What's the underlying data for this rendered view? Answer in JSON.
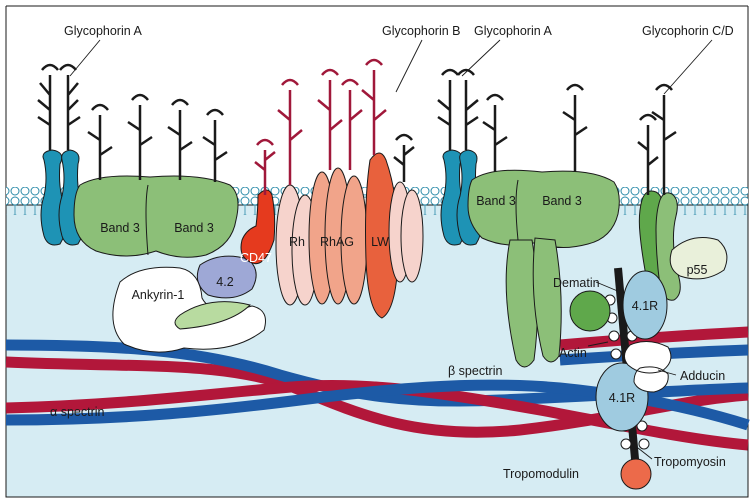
{
  "labels": {
    "glycophorin_a_left": "Glycophorin A",
    "glycophorin_b": "Glycophorin B",
    "glycophorin_a_right": "Glycophorin A",
    "glycophorin_cd": "Glycophorin C/D",
    "band3_1": "Band 3",
    "band3_2": "Band 3",
    "band3_3": "Band 3",
    "band3_4": "Band 3",
    "cd47": "CD47",
    "rh": "Rh",
    "rhag": "RhAG",
    "lw": "LW",
    "p55": "p55",
    "ankyrin": "Ankyrin-1",
    "protein42": "4.2",
    "dematin": "Dematin",
    "protein41r_top": "4.1R",
    "protein41r_bottom": "4.1R",
    "actin": "Actin",
    "adducin": "Adducin",
    "beta_spectrin": "β spectrin",
    "alpha_spectrin": "α spectrin",
    "tropomodulin": "Tropomodulin",
    "tropomyosin": "Tropomyosin"
  },
  "colors": {
    "cytoplasm": "#d6ecf3",
    "bead": "#ffffff",
    "glycophorin": "#1e93b5",
    "band3": "#8cbf78",
    "protein42": "#9ea8d6",
    "cd47": "#e53a1e",
    "rh": "#f6d3cc",
    "rhag": "#f1a48a",
    "lw": "#e8613d",
    "glycan_red": "#a0183a",
    "glycan_black": "#1a1a1a",
    "p55": "#e9f0da",
    "dematin": "#5fa84b",
    "protein41r": "#9fcbe0",
    "spectrin_red": "#b2173a",
    "spectrin_blue": "#1d5aa6",
    "tropomodulin": "#ec6a4a"
  }
}
